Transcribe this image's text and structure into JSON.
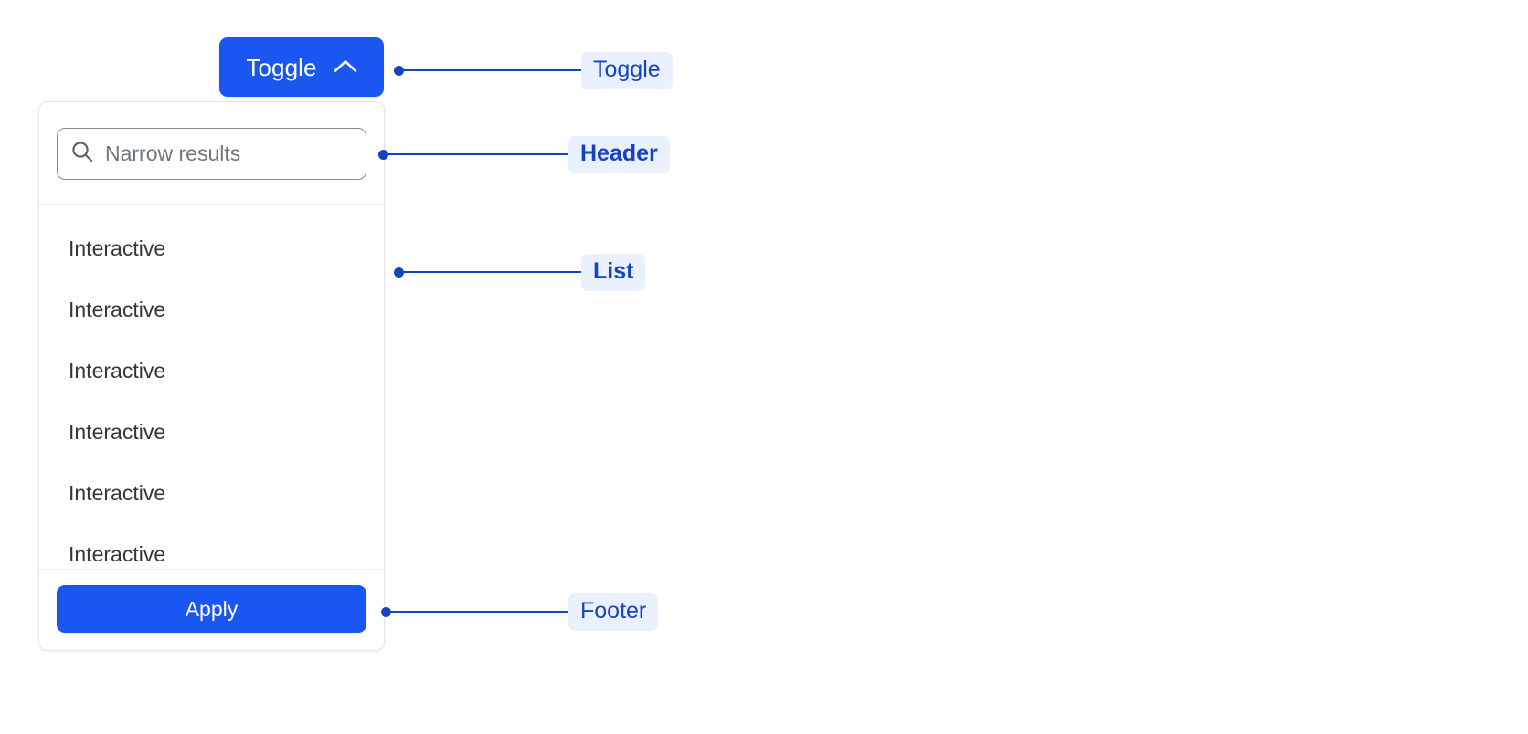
{
  "toggle": {
    "label": "Toggle",
    "icon": "chevron-up-icon",
    "background_color": "#1A56F0",
    "text_color": "#FFFFFF"
  },
  "dropdown": {
    "header": {
      "search": {
        "icon": "search-icon",
        "placeholder": "Narrow results",
        "value": ""
      }
    },
    "list": {
      "items": [
        {
          "label": "Interactive"
        },
        {
          "label": "Interactive"
        },
        {
          "label": "Interactive"
        },
        {
          "label": "Interactive"
        },
        {
          "label": "Interactive"
        },
        {
          "label": "Interactive"
        }
      ]
    },
    "footer": {
      "apply_label": "Apply",
      "apply_background_color": "#1A56F0"
    }
  },
  "annotations": [
    {
      "label": "Toggle",
      "target": "toggle-button",
      "line_length": 196,
      "bold": false
    },
    {
      "label": "Header",
      "target": "panel-header",
      "line_length": 199,
      "bold": true
    },
    {
      "label": "List",
      "target": "panel-list",
      "line_length": 196,
      "bold": true
    },
    {
      "label": "Footer",
      "target": "panel-footer",
      "line_length": 196,
      "bold": false
    }
  ],
  "colors": {
    "accent_blue": "#1A56F0",
    "annotation_blue": "#1544BF",
    "annotation_chip_background": "#EAF0FE",
    "panel_border": "#E4E6EB",
    "divider": "#EDEFF2",
    "input_border": "#868C98",
    "list_text": "#33373D",
    "placeholder_text": "#71767F",
    "page_background": "#FFFFFF"
  }
}
